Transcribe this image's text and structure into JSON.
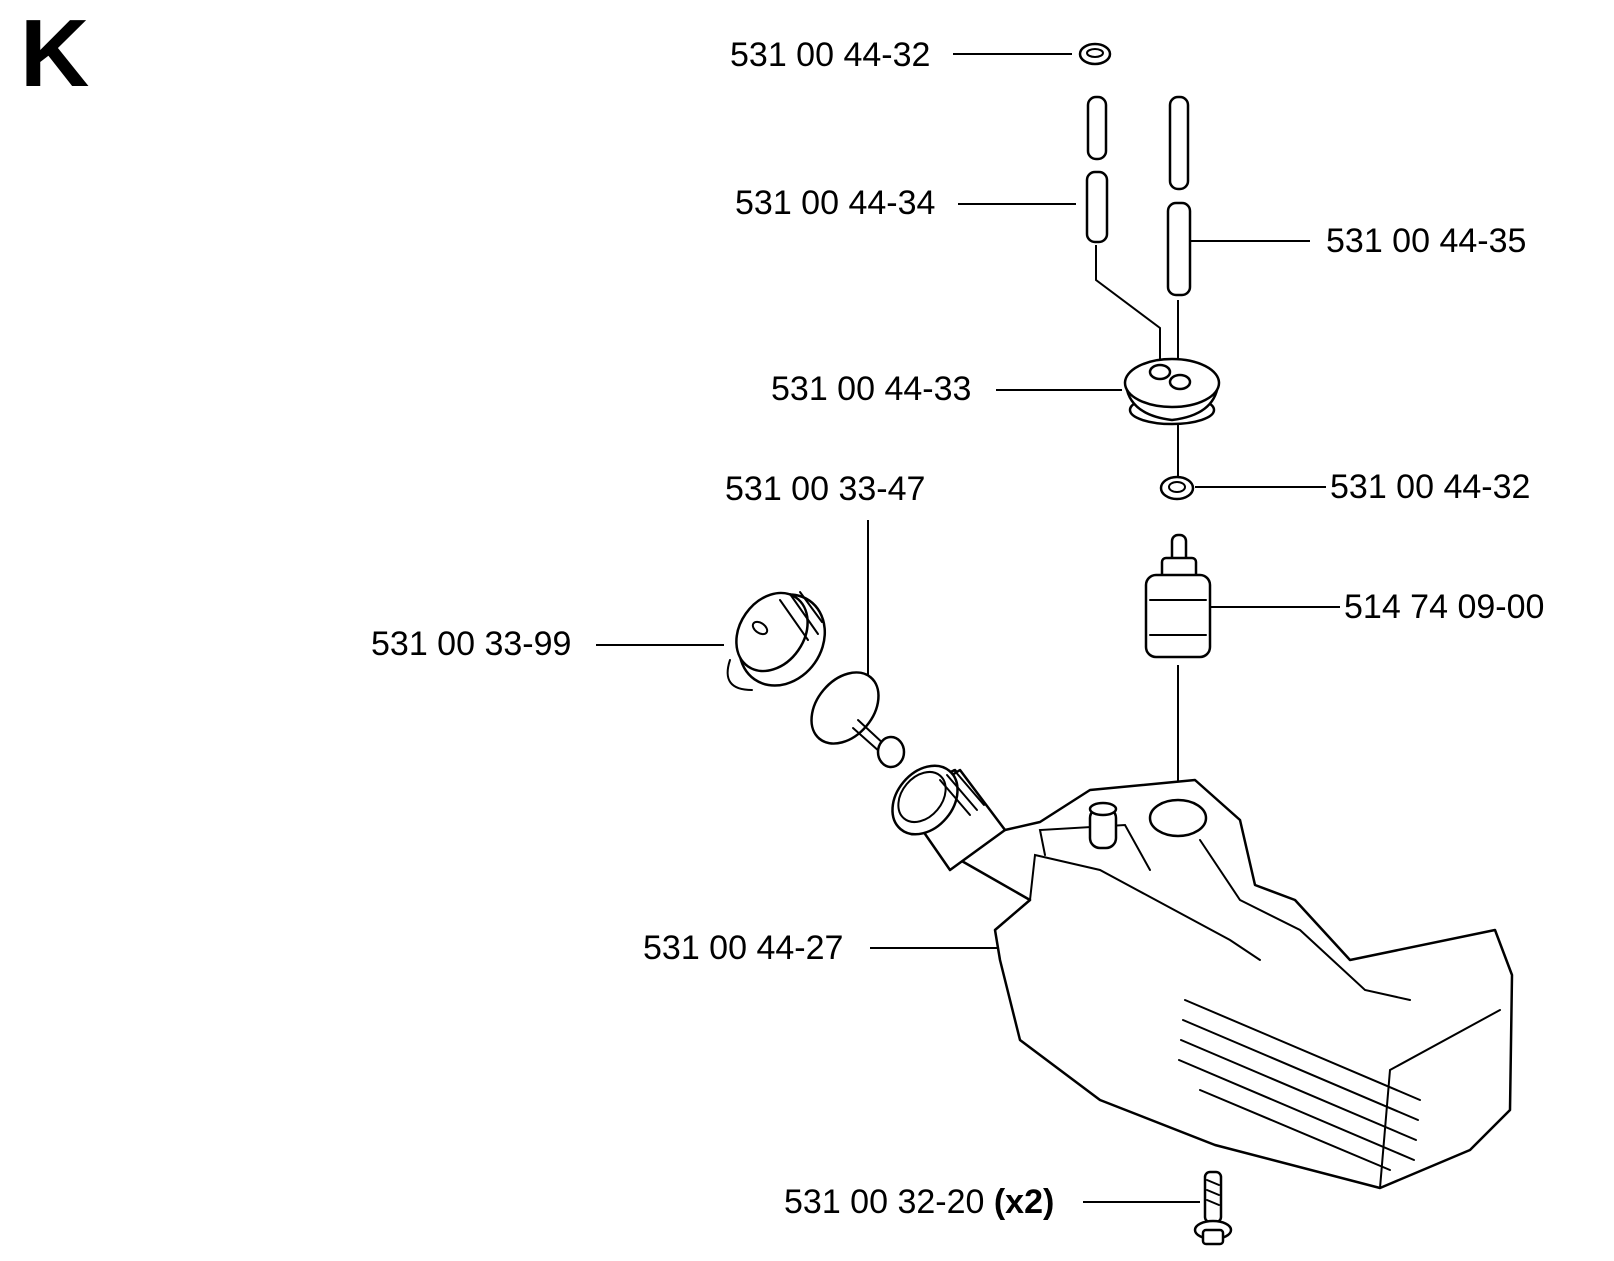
{
  "section": "K",
  "parts": [
    {
      "id": "p1",
      "number": "531 00 44-32",
      "qty": ""
    },
    {
      "id": "p2",
      "number": "531 00 44-34",
      "qty": ""
    },
    {
      "id": "p3",
      "number": "531 00 44-35",
      "qty": ""
    },
    {
      "id": "p4",
      "number": "531 00 44-33",
      "qty": ""
    },
    {
      "id": "p5",
      "number": "531 00 33-47",
      "qty": ""
    },
    {
      "id": "p6",
      "number": "531 00 44-32",
      "qty": ""
    },
    {
      "id": "p7",
      "number": "514 74 09-00",
      "qty": ""
    },
    {
      "id": "p8",
      "number": "531 00 33-99",
      "qty": ""
    },
    {
      "id": "p9",
      "number": "531 00 44-27",
      "qty": ""
    },
    {
      "id": "p10",
      "number": "531 00 32-20",
      "qty": "(x2)"
    }
  ]
}
